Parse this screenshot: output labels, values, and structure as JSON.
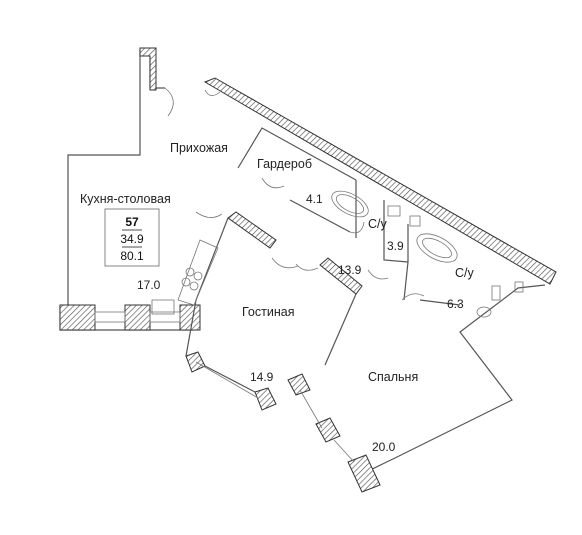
{
  "apartment": {
    "number": "57",
    "living_area": "34.9",
    "total_area": "80.1"
  },
  "rooms": [
    {
      "name": "Кухня-столовая",
      "area": "17.0"
    },
    {
      "name": "Прихожая",
      "area": ""
    },
    {
      "name": "Гардероб",
      "area": "4.1"
    },
    {
      "name": "С/у",
      "area": "3.9"
    },
    {
      "name": "С/у",
      "area": "6.3"
    },
    {
      "name": "Гостиная",
      "area": "14.9"
    },
    {
      "name": "",
      "area": "13.9"
    },
    {
      "name": "Спальня",
      "area": "20.0"
    }
  ],
  "colors": {
    "wall": "#333333",
    "hatch": "#888888",
    "line": "#555555"
  }
}
